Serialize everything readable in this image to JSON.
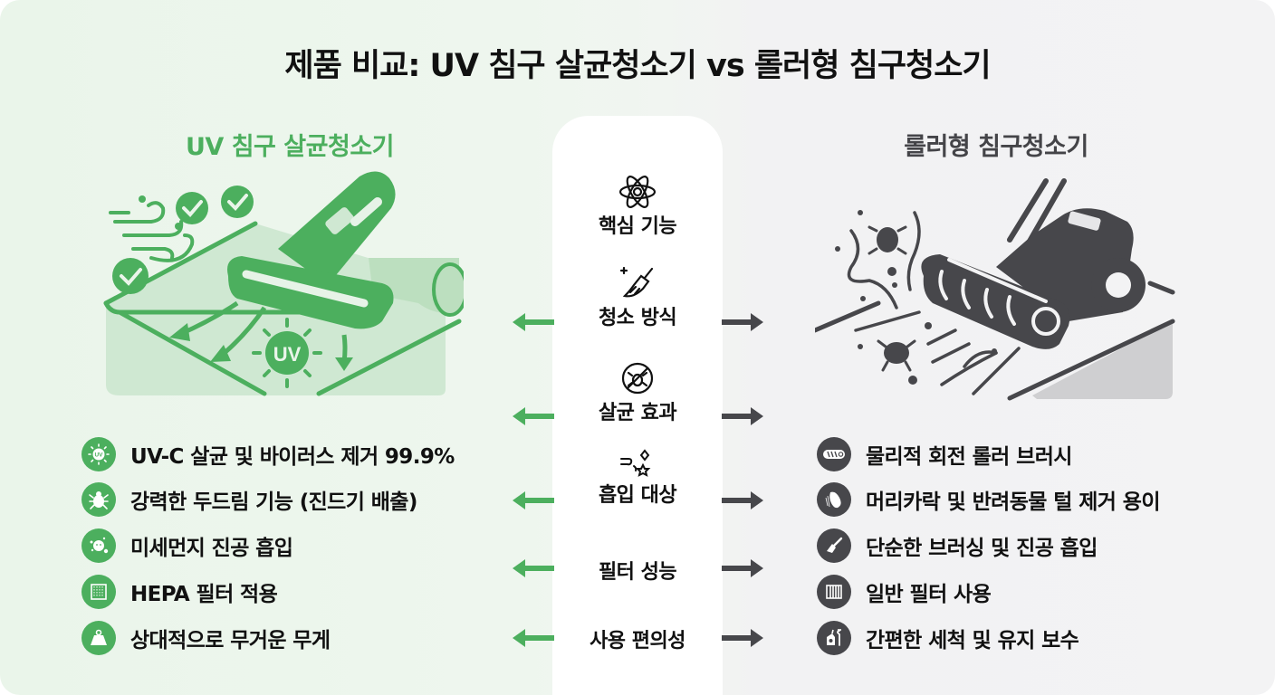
{
  "title": "제품 비교: UV 침구 살균청소기 vs 롤러형 침구청소기",
  "colors": {
    "uv_green": "#4caf5e",
    "roller_gray": "#47474b",
    "left_bg": "#eaf5ea",
    "right_bg": "#f3f3f4",
    "center_bg": "#ffffff"
  },
  "left": {
    "heading": "UV 침구 살균청소기",
    "illustration": "uv-bed-vacuum-illustration",
    "features": [
      {
        "icon": "uv-sun-icon",
        "text": "UV-C 살균 및 바이러스 제거 99.9%"
      },
      {
        "icon": "dust-mite-icon",
        "text": "강력한 두드림 기능 (진드기 배출)"
      },
      {
        "icon": "fine-dust-icon",
        "text": "미세먼지 진공 흡입"
      },
      {
        "icon": "hepa-filter-icon",
        "text": "HEPA 필터 적용"
      },
      {
        "icon": "weight-icon",
        "text": "상대적으로 무거운 무게"
      }
    ]
  },
  "right": {
    "heading": "롤러형 침구청소기",
    "illustration": "roller-bed-vacuum-illustration",
    "features": [
      {
        "icon": "roller-brush-icon",
        "text": "물리적 회전 롤러 브러시"
      },
      {
        "icon": "hair-icon",
        "text": "머리카락 및 반려동물 털 제거 용이"
      },
      {
        "icon": "brush-icon",
        "text": "단순한 브러싱 및 진공 흡입"
      },
      {
        "icon": "filter-icon",
        "text": "일반 필터 사용"
      },
      {
        "icon": "maintenance-icon",
        "text": "간편한 세척 및 유지 보수"
      }
    ]
  },
  "criteria": [
    {
      "icon": "atom-icon",
      "label": "핵심 기능"
    },
    {
      "icon": "broom-icon",
      "label": "청소 방식"
    },
    {
      "icon": "no-bug-icon",
      "label": "살균 효과"
    },
    {
      "icon": "suction-sparkle-icon",
      "label": "흡입 대상"
    },
    {
      "icon": "",
      "label": "필터 성능"
    },
    {
      "icon": "",
      "label": "사용 편의성"
    }
  ]
}
